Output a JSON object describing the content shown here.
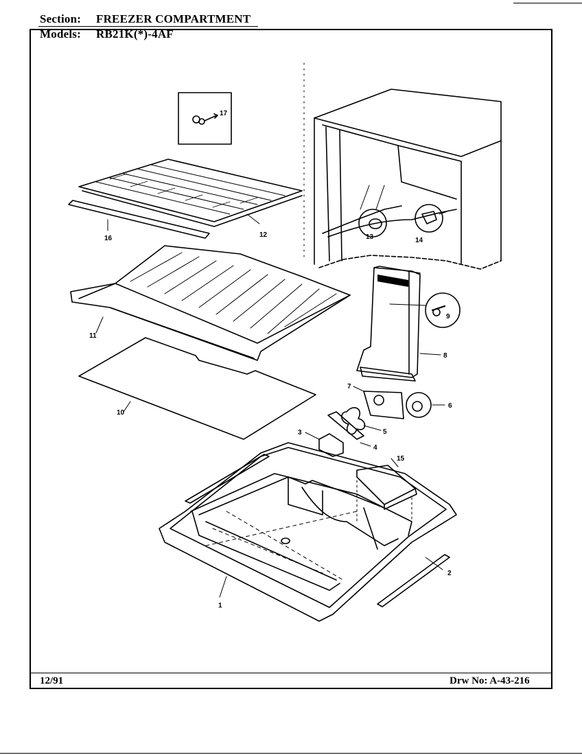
{
  "header": {
    "section_label": "Section:",
    "section_value": "FREEZER COMPARTMENT",
    "models_label": "Models:",
    "models_value": "RB21K(*)-4AF"
  },
  "footer": {
    "date": "12/91",
    "drawing_no": "Drw No: A-43-216"
  },
  "parts": {
    "p1": "1",
    "p2": "2",
    "p3": "3",
    "p4": "4",
    "p5": "5",
    "p6": "6",
    "p7": "7",
    "p8": "8",
    "p9": "9",
    "p10": "10",
    "p11": "11",
    "p12": "12",
    "p13": "13",
    "p14": "14",
    "p15": "15",
    "p16": "16",
    "p17": "17"
  }
}
